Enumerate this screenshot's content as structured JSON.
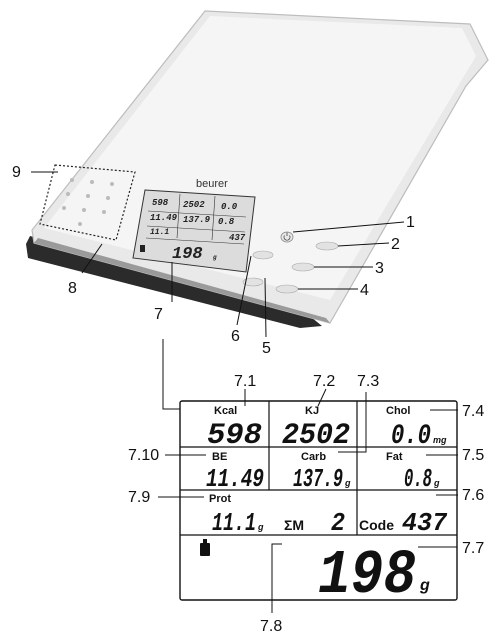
{
  "brand": "beurer",
  "callouts": {
    "c1": "1",
    "c2": "2",
    "c3": "3",
    "c4": "4",
    "c5": "5",
    "c6": "6",
    "c7": "7",
    "c8": "8",
    "c9": "9",
    "c7_1": "7.1",
    "c7_2": "7.2",
    "c7_3": "7.3",
    "c7_4": "7.4",
    "c7_5": "7.5",
    "c7_6": "7.6",
    "c7_7": "7.7",
    "c7_8": "7.8",
    "c7_9": "7.9",
    "c7_10": "7.10"
  },
  "display": {
    "kcal": {
      "label": "Kcal",
      "value": "598"
    },
    "kj": {
      "label": "KJ",
      "value": "2502"
    },
    "chol": {
      "label": "Chol",
      "value": "0.0",
      "unit": "mg"
    },
    "be": {
      "label": "BE",
      "value": "11.49"
    },
    "carb": {
      "label": "Carb",
      "value": "137.9",
      "unit": "g"
    },
    "fat": {
      "label": "Fat",
      "value": "0.8",
      "unit": "g"
    },
    "prot": {
      "label": "Prot",
      "value": "11.1",
      "unit": "g"
    },
    "sum": {
      "label": "ΣM",
      "value": "2"
    },
    "code": {
      "label": "Code",
      "value": "437"
    },
    "weight": {
      "value": "198",
      "unit": "g"
    }
  },
  "icons": {
    "weight_indicator": "weight-icon",
    "power_button": "power-icon"
  }
}
